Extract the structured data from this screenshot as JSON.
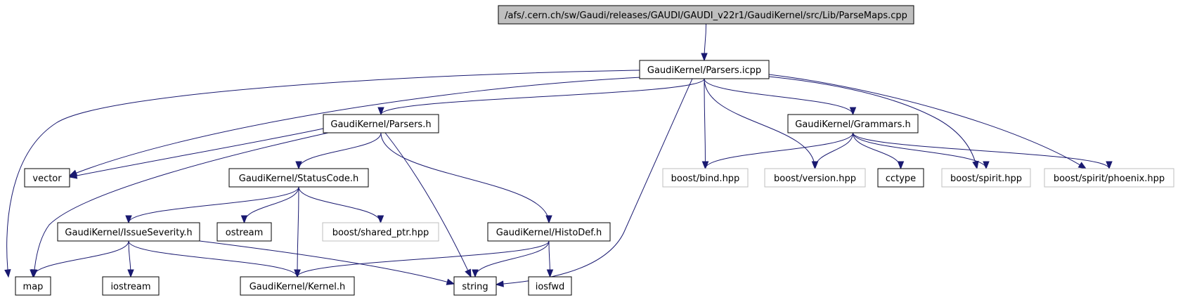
{
  "graph": {
    "nodes": [
      {
        "id": "parsemaps",
        "label": "/afs/.cern.ch/sw/Gaudi/releases/GAUDI/GAUDI_v22r1/GaudiKernel/src/Lib/ParseMaps.cpp",
        "style": "root"
      },
      {
        "id": "parsers_icpp",
        "label": "GaudiKernel/Parsers.icpp",
        "style": "normal"
      },
      {
        "id": "parsers_h",
        "label": "GaudiKernel/Parsers.h",
        "style": "normal"
      },
      {
        "id": "grammars_h",
        "label": "GaudiKernel/Grammars.h",
        "style": "normal"
      },
      {
        "id": "vector",
        "label": "vector",
        "style": "normal"
      },
      {
        "id": "statuscode_h",
        "label": "GaudiKernel/StatusCode.h",
        "style": "normal"
      },
      {
        "id": "boost_bind",
        "label": "boost/bind.hpp",
        "style": "external"
      },
      {
        "id": "boost_version",
        "label": "boost/version.hpp",
        "style": "external"
      },
      {
        "id": "cctype",
        "label": "cctype",
        "style": "normal"
      },
      {
        "id": "boost_spirit",
        "label": "boost/spirit.hpp",
        "style": "external"
      },
      {
        "id": "boost_phoenix",
        "label": "boost/spirit/phoenix.hpp",
        "style": "external"
      },
      {
        "id": "issueseverity_h",
        "label": "GaudiKernel/IssueSeverity.h",
        "style": "normal"
      },
      {
        "id": "ostream",
        "label": "ostream",
        "style": "normal"
      },
      {
        "id": "boost_shared_ptr",
        "label": "boost/shared_ptr.hpp",
        "style": "external"
      },
      {
        "id": "histodef_h",
        "label": "GaudiKernel/HistoDef.h",
        "style": "normal"
      },
      {
        "id": "map",
        "label": "map",
        "style": "normal"
      },
      {
        "id": "iostream",
        "label": "iostream",
        "style": "normal"
      },
      {
        "id": "kernel_h",
        "label": "GaudiKernel/Kernel.h",
        "style": "normal"
      },
      {
        "id": "string",
        "label": "string",
        "style": "normal"
      },
      {
        "id": "iosfwd",
        "label": "iosfwd",
        "style": "normal"
      }
    ],
    "edges": [
      {
        "from": "parsemaps",
        "to": "parsers_icpp"
      },
      {
        "from": "parsers_icpp",
        "to": "parsers_h"
      },
      {
        "from": "parsers_icpp",
        "to": "grammars_h"
      },
      {
        "from": "parsers_icpp",
        "to": "vector"
      },
      {
        "from": "parsers_icpp",
        "to": "map"
      },
      {
        "from": "parsers_icpp",
        "to": "string"
      },
      {
        "from": "parsers_icpp",
        "to": "boost_bind"
      },
      {
        "from": "parsers_icpp",
        "to": "boost_version"
      },
      {
        "from": "parsers_icpp",
        "to": "boost_spirit"
      },
      {
        "from": "parsers_icpp",
        "to": "boost_phoenix"
      },
      {
        "from": "parsers_h",
        "to": "vector"
      },
      {
        "from": "parsers_h",
        "to": "map"
      },
      {
        "from": "parsers_h",
        "to": "statuscode_h"
      },
      {
        "from": "parsers_h",
        "to": "string"
      },
      {
        "from": "parsers_h",
        "to": "histodef_h"
      },
      {
        "from": "grammars_h",
        "to": "boost_bind"
      },
      {
        "from": "grammars_h",
        "to": "boost_version"
      },
      {
        "from": "grammars_h",
        "to": "cctype"
      },
      {
        "from": "grammars_h",
        "to": "boost_spirit"
      },
      {
        "from": "grammars_h",
        "to": "boost_phoenix"
      },
      {
        "from": "statuscode_h",
        "to": "issueseverity_h"
      },
      {
        "from": "statuscode_h",
        "to": "ostream"
      },
      {
        "from": "statuscode_h",
        "to": "boost_shared_ptr"
      },
      {
        "from": "statuscode_h",
        "to": "kernel_h"
      },
      {
        "from": "issueseverity_h",
        "to": "map"
      },
      {
        "from": "issueseverity_h",
        "to": "iostream"
      },
      {
        "from": "issueseverity_h",
        "to": "kernel_h"
      },
      {
        "from": "issueseverity_h",
        "to": "string"
      },
      {
        "from": "histodef_h",
        "to": "kernel_h"
      },
      {
        "from": "histodef_h",
        "to": "string"
      },
      {
        "from": "histodef_h",
        "to": "iosfwd"
      }
    ]
  }
}
